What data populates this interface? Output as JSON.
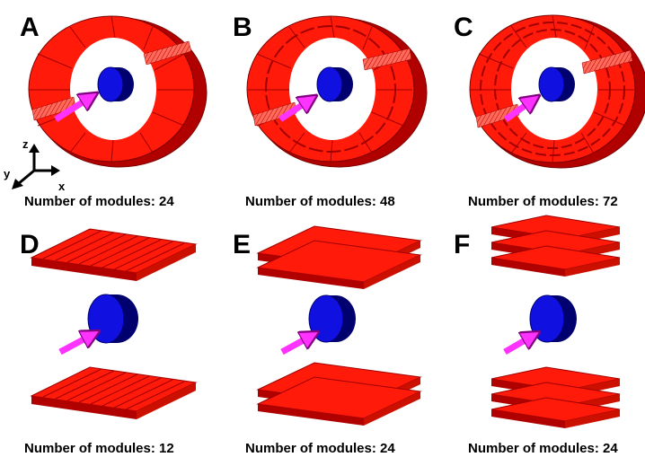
{
  "panels": [
    {
      "letter": "A",
      "caption": "Number of modules: 24"
    },
    {
      "letter": "B",
      "caption": "Number of modules: 48"
    },
    {
      "letter": "C",
      "caption": "Number of modules: 72"
    },
    {
      "letter": "D",
      "caption": "Number of modules: 12"
    },
    {
      "letter": "E",
      "caption": "Number of modules: 24"
    },
    {
      "letter": "F",
      "caption": "Number of modules: 24"
    }
  ],
  "axes": {
    "z": "z",
    "y": "y",
    "x": "x"
  },
  "colors": {
    "module_red": "#ff1a0a",
    "module_dark": "#b00000",
    "module_edge": "#7a0000",
    "source_blue": "#1010e0",
    "source_dark": "#00006e",
    "beam_arrow": "#ff33ff",
    "beam_edge": "#800080"
  }
}
